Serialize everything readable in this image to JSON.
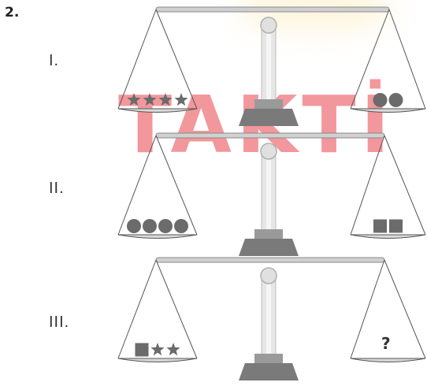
{
  "question_number": "2.",
  "watermark_text": "TAKTİ",
  "rows": [
    {
      "label": "I.",
      "left_pan": [
        "star",
        "star",
        "star",
        "star"
      ],
      "right_pan": [
        "circle",
        "circle"
      ]
    },
    {
      "label": "II.",
      "left_pan": [
        "circle",
        "circle",
        "circle",
        "circle"
      ],
      "right_pan": [
        "square",
        "square"
      ]
    },
    {
      "label": "III.",
      "left_pan": [
        "square",
        "star",
        "star"
      ],
      "right_pan": [],
      "right_pan_text": "?"
    }
  ],
  "colors": {
    "shape": "#6b6b6b",
    "pan": "#d9d9d9",
    "stand": "#7a7a7a",
    "watermark": "#e8434a"
  },
  "icons": [
    "balance-scale-icon",
    "star-icon",
    "circle-icon",
    "square-icon"
  ]
}
